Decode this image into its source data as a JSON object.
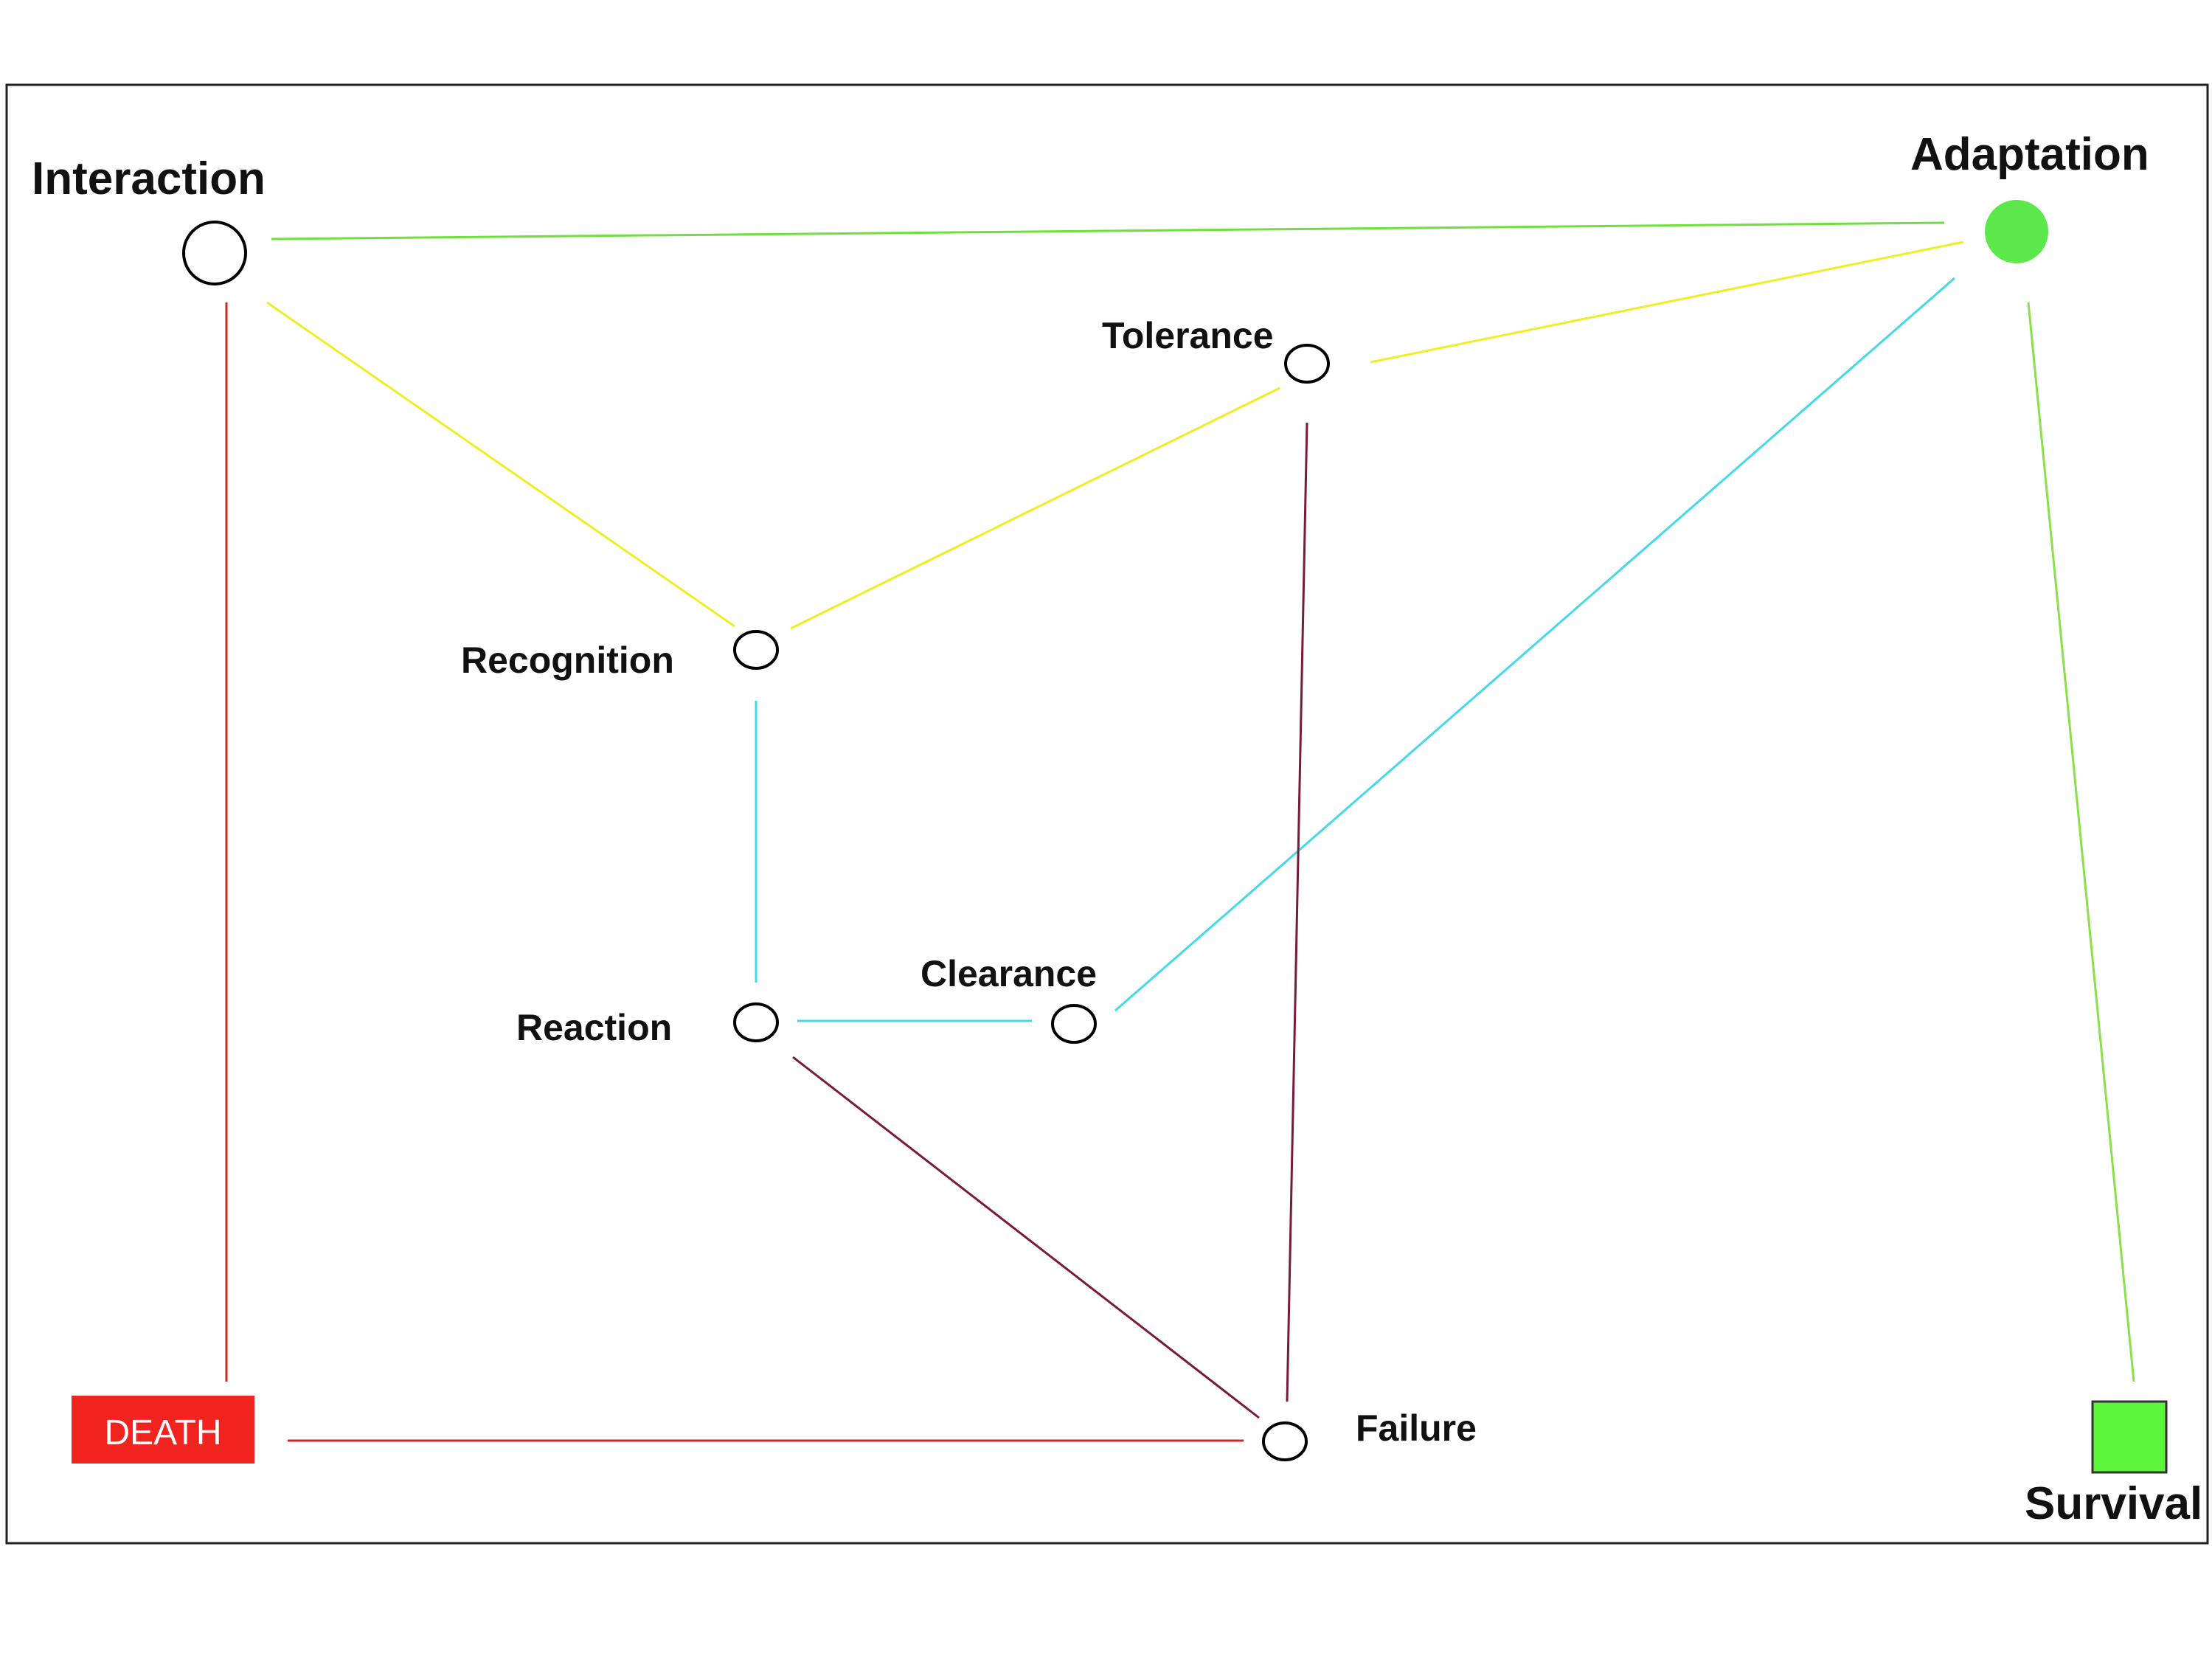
{
  "diagram": {
    "nodes": {
      "interaction": {
        "label": "Interaction",
        "shape": "circle-outline",
        "color": "#000000"
      },
      "adaptation": {
        "label": "Adaptation",
        "shape": "circle-filled",
        "color": "#5ce84b"
      },
      "tolerance": {
        "label": "Tolerance",
        "shape": "circle-outline",
        "color": "#000000"
      },
      "recognition": {
        "label": "Recognition",
        "shape": "circle-outline",
        "color": "#000000"
      },
      "reaction": {
        "label": "Reaction",
        "shape": "circle-outline",
        "color": "#000000"
      },
      "clearance": {
        "label": "Clearance",
        "shape": "circle-outline",
        "color": "#000000"
      },
      "failure": {
        "label": "Failure",
        "shape": "circle-outline",
        "color": "#000000"
      },
      "death": {
        "label": "DEATH",
        "shape": "box-filled",
        "color": "#f0231e"
      },
      "survival": {
        "label": "Survival",
        "shape": "square-filled",
        "color": "#5af53a"
      }
    },
    "edges": [
      {
        "from": "interaction",
        "to": "adaptation",
        "color": "#6ee03c"
      },
      {
        "from": "interaction",
        "to": "recognition",
        "color": "#eeee22"
      },
      {
        "from": "recognition",
        "to": "tolerance",
        "color": "#eeee22"
      },
      {
        "from": "tolerance",
        "to": "adaptation",
        "color": "#eeee22"
      },
      {
        "from": "recognition",
        "to": "reaction",
        "color": "#44d8e8"
      },
      {
        "from": "reaction",
        "to": "clearance",
        "color": "#44d8e8"
      },
      {
        "from": "clearance",
        "to": "adaptation",
        "color": "#44d8e8"
      },
      {
        "from": "tolerance",
        "to": "failure",
        "color": "#7a1a3a"
      },
      {
        "from": "reaction",
        "to": "failure",
        "color": "#7a1a3a"
      },
      {
        "from": "interaction",
        "to": "death",
        "color": "#c82828"
      },
      {
        "from": "failure",
        "to": "death",
        "color": "#c82828"
      },
      {
        "from": "adaptation",
        "to": "survival",
        "color": "#8ae04a"
      }
    ]
  }
}
